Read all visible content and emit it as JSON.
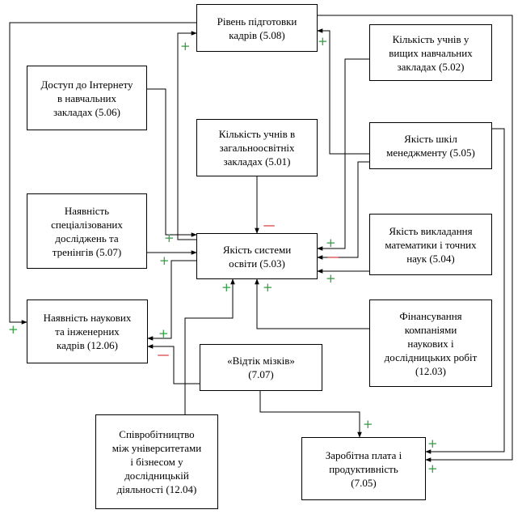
{
  "nodes": {
    "n508": {
      "lines": [
        "Рівень підготовки",
        "кадрів (5.08)"
      ]
    },
    "n502": {
      "lines": [
        "Кількість учнів у",
        "вищих навчальних",
        "закладах (5.02)"
      ]
    },
    "n506": {
      "lines": [
        "Доступ до Інтернету",
        "в навчальних",
        "закладах (5.06)"
      ]
    },
    "n501": {
      "lines": [
        "Кількість учнів в",
        "загальноосвітніх",
        "закладах (5.01)"
      ]
    },
    "n505": {
      "lines": [
        "Якість шкіл",
        "менеджменту (5.05)"
      ]
    },
    "n507": {
      "lines": [
        "Наявність",
        "спеціалізованих",
        "досліджень та",
        "тренінгів (5.07)"
      ]
    },
    "n503": {
      "lines": [
        "Якість системи",
        "освіти (5.03)"
      ]
    },
    "n504": {
      "lines": [
        "Якість викладання",
        "математики і точних",
        "наук (5.04)"
      ]
    },
    "n1206": {
      "lines": [
        "Наявність наукових",
        "та інженерних",
        "кадрів (12.06)"
      ]
    },
    "n1203": {
      "lines": [
        "Фінансування",
        "компаніями",
        "наукових і",
        "дослідницьких робіт",
        "(12.03)"
      ]
    },
    "n707": {
      "lines": [
        "«Відтік мізків»",
        "(7.07)"
      ]
    },
    "n1204": {
      "lines": [
        "Співробітництво",
        "між університетами",
        "і бізнесом у",
        "дослідницькій",
        "діяльності (12.04)"
      ]
    },
    "n705": {
      "lines": [
        "Заробітна плата і",
        "продуктивність",
        "(7.05)"
      ]
    }
  },
  "signs": {
    "plus": "+",
    "minus": "—",
    "plus_color": "#2e9e3e",
    "minus_color": "#d42020"
  }
}
